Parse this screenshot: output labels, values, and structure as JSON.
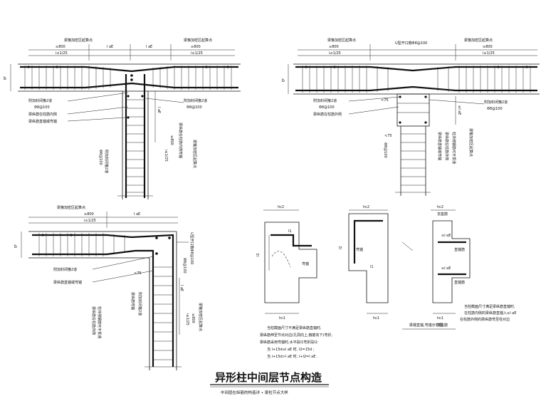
{
  "fig1": {
    "top_left": "梁箍加密区起算点",
    "top_right": "梁箍加密区起算点",
    "dim_left": "≥800",
    "dim_right": "≥800",
    "lae_left": "l aE",
    "lae_right": "l aE",
    "slope_left": "i≤1/25",
    "slope_right": "i≤1/25",
    "b": "b",
    "note1": "附加封闭箍2道",
    "note1b": "Φ8@100",
    "note2": "梁纵筋在柱筋内侧",
    "note3": "梁纵筋直锚或弯锚",
    "note_right": "附加封闭箍2道",
    "note_right_b": "Φ8@100",
    "lae_vert": "l aE",
    "lae_vert2": "≥800",
    "v_note_a": "Φ8@100",
    "v_note_b": "附加封闭箍2道",
    "v_note_c": "i≤1/25",
    "v_note_d": "梁纵筋在柱筋内侧弯锚",
    "v_note_e": "梁箍加密区起算点"
  },
  "fig2": {
    "top_left": "梁箍加密区起算点",
    "top_right": "梁箍加密区起算点",
    "dim_left": "≥800",
    "dim_right": "≥800",
    "slope_left": "i≤1/25",
    "slope_right": "i≤1/25",
    "u_hoop": "U型开口箍Φ8@100",
    "b": "b",
    "lt75": "<75",
    "lt75b": "<75",
    "note1": "附加封闭箍2道",
    "note1b": "Φ8@100",
    "note2": "梁纵筋在柱筋外侧",
    "note_right": "附加封闭箍2道",
    "note_right_b": "Φ8@100",
    "lae_r": "≥l aE",
    "v_note_a": "梁纵筋直锚或弯锚",
    "v_note_b": "梁纵筋在柱筋外侧",
    "v_note_c": "柱外侧钢筋可不贯通",
    "v_note_d": "梁箍加密区起算点",
    "hoop_v": "Φ8@100"
  },
  "fig3": {
    "top": "梁箍加密区起算点",
    "dim": "≥800",
    "lae": "l aE",
    "slope": "i≤1/25",
    "b": "b",
    "u_hoop": "U型开口箍Φ8@100",
    "lt75": "<75",
    "note1": "附加封闭箍2道",
    "note2": "梁纵筋直锚或弯锚",
    "v_a": "Φ8@100",
    "v_b": "附加封闭箍2道",
    "v_c": "梁纵筋在柱筋外侧",
    "v_d": "柱外侧钢筋可不贯通",
    "v_e": "梁纵筋弯锚",
    "v_f": "i≤1/25",
    "v_g": "≥800",
    "v_h": "梁箍加密区起算点",
    "lae_v": "l aE"
  },
  "details": {
    "hc2_a": "hc2",
    "hc2_b": "hc2",
    "hc2_c": "hc2",
    "hc1_a": "hc1",
    "hc1_b": "hc1",
    "hc1_c": "hc1",
    "l1_a": "l1",
    "l1_b": "l1",
    "l2_a": "l2",
    "l2_b": "l2",
    "bend_a": "弯锚",
    "bend_b": "弯锚",
    "straight_a": "直锚筋",
    "straight_b": "直锚筋",
    "bw_a": "支座筋",
    "bw_b": "支座筋",
    "lae_1": "≥l aE",
    "lae_2": "≥l aE",
    "note_a1": "当柱截面尺寸不满足梁纵筋直锚时,",
    "note_a2": "梁纵筋伸至节点对边(孔洞向上,箍筋向下)弯折,",
    "note_a3": "梁纵筋采用弯锚时,水平段l1弯折段l2:",
    "note_a4": "当  l+15d≤l aE  时,  l2=15d ;",
    "note_a5": "当  l+15d>l aE  时,  l+l2=l aE .",
    "note_b1": "梁端直锚,弯锚示意图",
    "note_c1": "当柱截面尺寸满足梁纵筋直锚时,",
    "note_c2": "在柱筋内侧的梁纵筋直锚入≥l aE",
    "note_c3": "在柱筋外侧的梁纵筋弯至柱对边"
  },
  "caption": {
    "title": "异形柱中间层节点构造",
    "subtitle": "中间层在纵筋的构造详 • 梁柱节点大样"
  }
}
